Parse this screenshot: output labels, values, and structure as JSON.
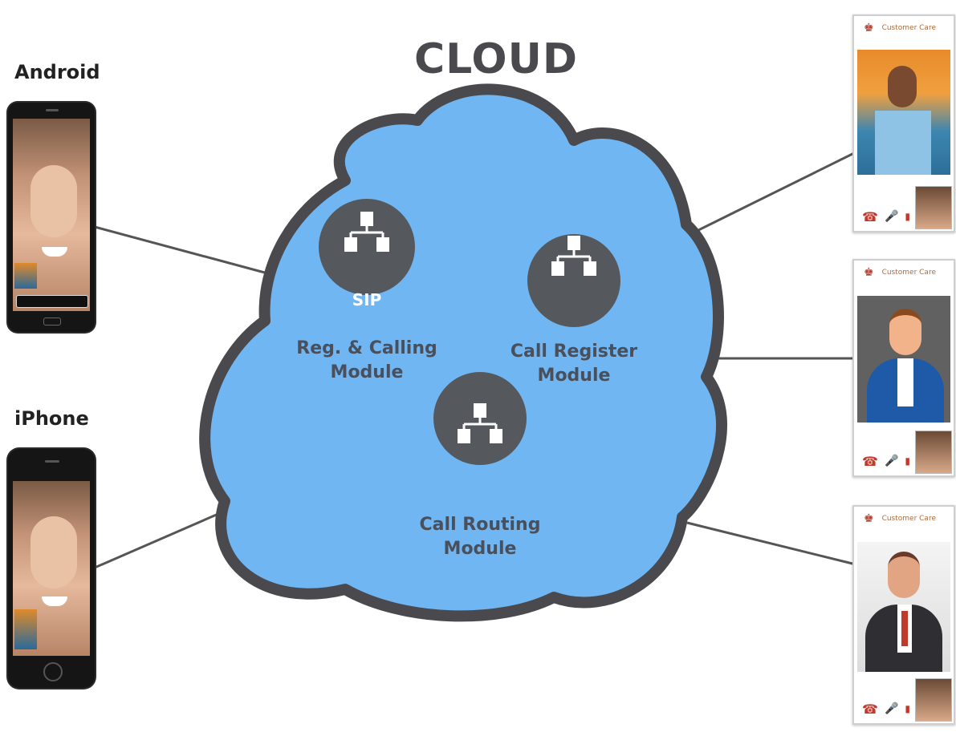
{
  "title": "CLOUD",
  "devices": {
    "android": {
      "label": "Android"
    },
    "iphone": {
      "label": "iPhone"
    }
  },
  "modules": {
    "sip": {
      "badge": "SIP",
      "label": "Reg. & Calling\nModule"
    },
    "register": {
      "label": "Call Register\nModule"
    },
    "routing": {
      "label": "Call Routing\nModule"
    }
  },
  "agents": [
    {
      "header": "Customer Care"
    },
    {
      "header": "Customer Care"
    },
    {
      "header": "Customer Care"
    }
  ],
  "colors": {
    "cloud_fill": "#70b6f2",
    "cloud_stroke": "#4a4a4e",
    "node_fill": "#55585c",
    "connector": "#555555",
    "end_call": "#c0392b"
  },
  "icons": [
    "network-hierarchy-icon",
    "end-call-icon",
    "microphone-icon",
    "signal-icon",
    "customer-care-logo-icon"
  ]
}
